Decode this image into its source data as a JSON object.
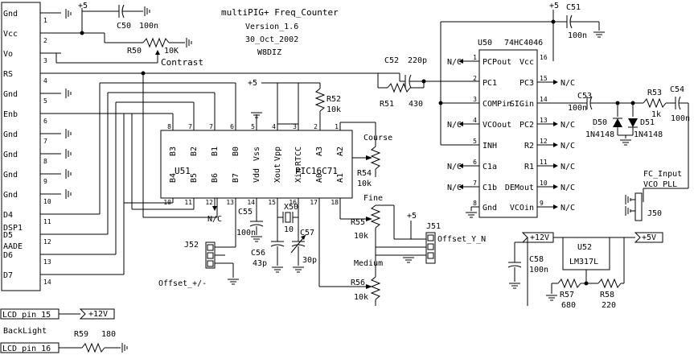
{
  "header": {
    "title": "multiPIG+ Freq_Counter",
    "version": "Version_1.6",
    "date": "30_Oct_2002",
    "author": "W8DIZ"
  },
  "lcd": {
    "ref": "DSP1",
    "name": "AADE",
    "pins": [
      {
        "num": "1",
        "label": "Gnd"
      },
      {
        "num": "2",
        "label": "Vcc"
      },
      {
        "num": "3",
        "label": "Vo"
      },
      {
        "num": "4",
        "label": "RS"
      },
      {
        "num": "5",
        "label": "Gnd"
      },
      {
        "num": "6",
        "label": "Enb"
      },
      {
        "num": "7",
        "label": "Gnd"
      },
      {
        "num": "8",
        "label": "Gnd"
      },
      {
        "num": "9",
        "label": "Gnd"
      },
      {
        "num": "10",
        "label": "Gnd"
      },
      {
        "num": "11",
        "label": "D4"
      },
      {
        "num": "12",
        "label": "D5"
      },
      {
        "num": "13",
        "label": "D6"
      },
      {
        "num": "14",
        "label": "D7"
      }
    ]
  },
  "pic": {
    "ref": "U51",
    "name": "PIC16C71",
    "top_pins": [
      {
        "num": "8",
        "label": "B3"
      },
      {
        "num": "7",
        "label": "B2"
      },
      {
        "num": "7",
        "label": "B1"
      },
      {
        "num": "6",
        "label": "B0"
      },
      {
        "num": "5",
        "label": "Vss"
      },
      {
        "num": "4",
        "label": "Vpp"
      },
      {
        "num": "3",
        "label": "RTCC"
      },
      {
        "num": "2",
        "label": "A3"
      },
      {
        "num": "1",
        "label": "A2"
      }
    ],
    "bottom_pins": [
      {
        "num": "10",
        "label": "B4"
      },
      {
        "num": "11",
        "label": "B5"
      },
      {
        "num": "12",
        "label": "B6"
      },
      {
        "num": "13",
        "label": "B7"
      },
      {
        "num": "14",
        "label": "Vdd"
      },
      {
        "num": "15",
        "label": "Xout"
      },
      {
        "num": "16",
        "label": "Xin"
      },
      {
        "num": "17",
        "label": "A0"
      },
      {
        "num": "18",
        "label": "A1"
      }
    ]
  },
  "pll": {
    "ref": "U50",
    "name": "74HC4046",
    "left_pins": [
      {
        "num": "1",
        "label": "PCPout"
      },
      {
        "num": "2",
        "label": "PC1"
      },
      {
        "num": "3",
        "label": "COMPin"
      },
      {
        "num": "4",
        "label": "VCOout"
      },
      {
        "num": "5",
        "label": "INH"
      },
      {
        "num": "6",
        "label": "C1a"
      },
      {
        "num": "7",
        "label": "C1b"
      },
      {
        "num": "8",
        "label": "Gnd"
      }
    ],
    "right_pins": [
      {
        "num": "16",
        "label": "Vcc"
      },
      {
        "num": "15",
        "label": "PC3"
      },
      {
        "num": "14",
        "label": "SIGin"
      },
      {
        "num": "13",
        "label": "PC2"
      },
      {
        "num": "12",
        "label": "R2"
      },
      {
        "num": "11",
        "label": "R1"
      },
      {
        "num": "10",
        "label": "DEMout"
      },
      {
        "num": "9",
        "label": "VCOin"
      }
    ]
  },
  "regulator": {
    "ref": "U52",
    "name": "LM317L"
  },
  "labels": {
    "plus5": "+5",
    "nc": "N/C",
    "contrast": "Contrast",
    "course": "Course",
    "fine": "Fine",
    "medium": "Medium",
    "offset_yn": "Offset_Y_N",
    "offset_pm": "Offset_+/-",
    "fc_input": "FC_Input",
    "vco_pll": "VCO_PLL",
    "backlight": "BackLight",
    "lcd_pin15": "LCD_pin_15",
    "lcd_pin16": "LCD_pin_16",
    "plus12": "+12V",
    "plus5v": "+5V"
  },
  "components": {
    "C50": {
      "ref": "C50",
      "value": "100n"
    },
    "R50": {
      "ref": "R50",
      "value": "10K"
    },
    "C51": {
      "ref": "C51",
      "value": "100n"
    },
    "C52": {
      "ref": "C52",
      "value": "220p"
    },
    "R51": {
      "ref": "R51",
      "value": "430"
    },
    "C53": {
      "ref": "C53",
      "value": "100n"
    },
    "R53": {
      "ref": "R53",
      "value": "1k"
    },
    "C54": {
      "ref": "C54",
      "value": "100n"
    },
    "D50": {
      "ref": "D50",
      "value": "1N4148"
    },
    "D51": {
      "ref": "D51",
      "value": "1N4148"
    },
    "R52": {
      "ref": "R52",
      "value": "10k"
    },
    "R54": {
      "ref": "R54",
      "value": "10k"
    },
    "R55": {
      "ref": "R55",
      "value": "10k"
    },
    "R56": {
      "ref": "R56",
      "value": "10k"
    },
    "C55": {
      "ref": "C55",
      "value": "100n"
    },
    "C56": {
      "ref": "C56",
      "value": "43p"
    },
    "C57": {
      "ref": "C57",
      "value": "30p"
    },
    "X50": {
      "ref": "X50",
      "value": "10"
    },
    "J50": {
      "ref": "J50"
    },
    "J51": {
      "ref": "J51"
    },
    "J52": {
      "ref": "J52"
    },
    "C58": {
      "ref": "C58",
      "value": "100n"
    },
    "R57": {
      "ref": "R57",
      "value": "680"
    },
    "R58": {
      "ref": "R58",
      "value": "220"
    },
    "R59": {
      "ref": "R59",
      "value": "180"
    }
  }
}
